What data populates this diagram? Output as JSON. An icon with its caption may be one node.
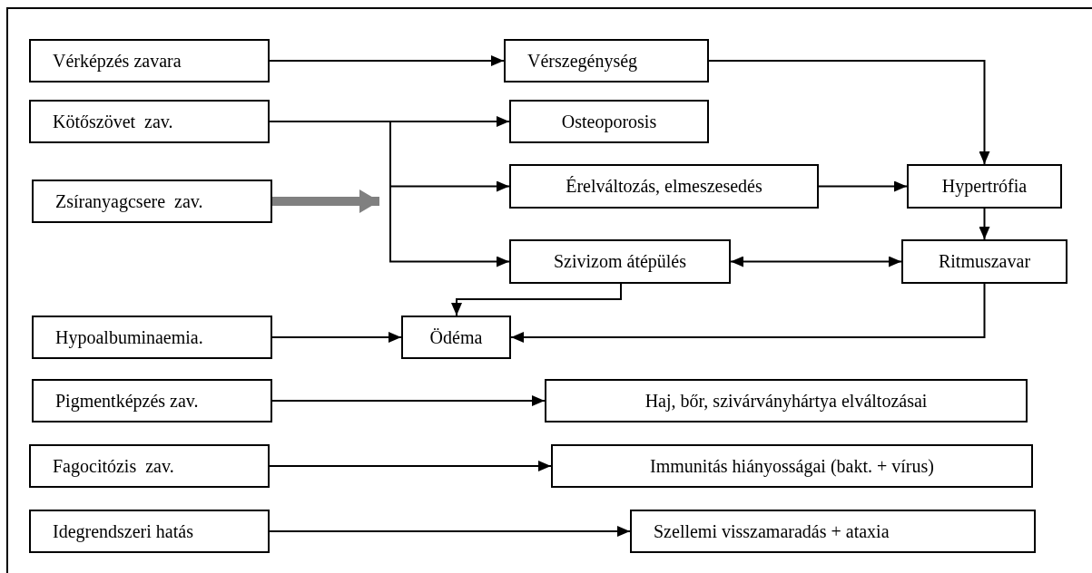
{
  "diagram": {
    "nodes": [
      {
        "text": [
          "Vérképzés zavara"
        ]
      },
      {
        "text": [
          "Vérszegénység"
        ]
      },
      {
        "text": [
          "Kötőszövet  zav."
        ]
      },
      {
        "text": [
          "Osteoporosis"
        ]
      },
      {
        "text": [
          "Zsíranyagcsere  zav."
        ]
      },
      {
        "text": [
          "Érelváltozás, elmeszesedés"
        ]
      },
      {
        "text": [
          "Hypertrófia"
        ]
      },
      {
        "text": [
          "Szivizom átépülés"
        ]
      },
      {
        "text": [
          "Ritmuszavar"
        ]
      },
      {
        "text": [
          "Hypoalbuminaemia."
        ]
      },
      {
        "text": [
          "Ödéma"
        ]
      },
      {
        "text": [
          "Pigmentképzés zav."
        ]
      },
      {
        "text": [
          "Haj, bőr, szivárványhártya elváltozásai"
        ]
      },
      {
        "text": [
          "Fagocitózis  zav."
        ]
      },
      {
        "text": [
          "Immunitás hiányosságai (bakt. + vírus)"
        ]
      },
      {
        "text": [
          "Idegrendszeri hatás"
        ]
      },
      {
        "text": [
          "Szellemi visszamaradás + ataxia"
        ]
      }
    ],
    "edges": [
      {
        "from": 0,
        "to": 1,
        "arrow": "to"
      },
      {
        "from": 1,
        "to": 6,
        "arrow": "to"
      },
      {
        "from": 2,
        "to": 3,
        "arrow": "to"
      },
      {
        "from": 2,
        "to": 5,
        "arrow": "to"
      },
      {
        "from": 2,
        "to": 7,
        "arrow": "to"
      },
      {
        "from": 4,
        "to": null,
        "arrow": "to",
        "style": "thick",
        "color": "#808080"
      },
      {
        "from": 5,
        "to": 6,
        "arrow": "to"
      },
      {
        "from": 6,
        "to": 8,
        "arrow": "to"
      },
      {
        "from": 7,
        "to": 8,
        "arrow": "both"
      },
      {
        "from": 7,
        "to": 10,
        "arrow": "to"
      },
      {
        "from": 8,
        "to": 10,
        "arrow": "to"
      },
      {
        "from": 9,
        "to": 10,
        "arrow": "to"
      },
      {
        "from": 11,
        "to": 12,
        "arrow": "to"
      },
      {
        "from": 13,
        "to": 14,
        "arrow": "to"
      },
      {
        "from": 15,
        "to": 16,
        "arrow": "to"
      }
    ]
  }
}
